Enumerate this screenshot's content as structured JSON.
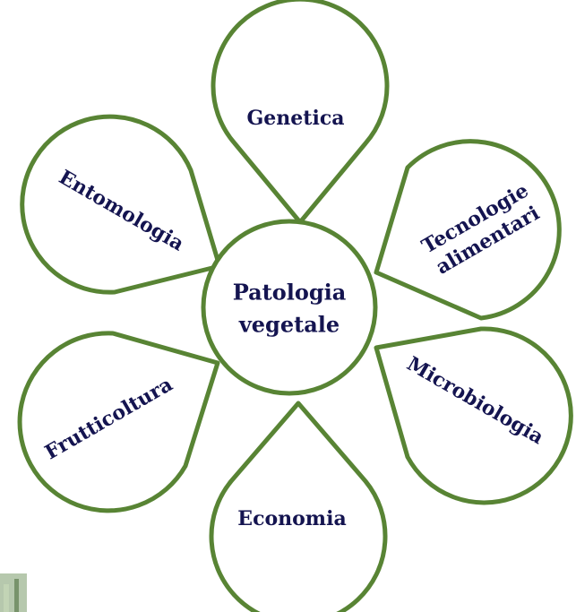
{
  "diagram": {
    "center": {
      "lines": [
        "Patologia",
        "vegetale"
      ]
    },
    "petals": [
      {
        "id": "genetica",
        "lines": [
          "Genetica"
        ]
      },
      {
        "id": "tecnologie-alimentari",
        "lines": [
          "Tecnologie",
          "alimentari"
        ]
      },
      {
        "id": "microbiologia",
        "lines": [
          "Microbiologia"
        ]
      },
      {
        "id": "economia",
        "lines": [
          "Economia"
        ]
      },
      {
        "id": "frutticoltura",
        "lines": [
          "Frutticoltura"
        ]
      },
      {
        "id": "entomologia",
        "lines": [
          "Entomologia"
        ]
      }
    ],
    "colors": {
      "outline": "#588434",
      "text": "#141450",
      "fill": "#ffffff"
    }
  }
}
